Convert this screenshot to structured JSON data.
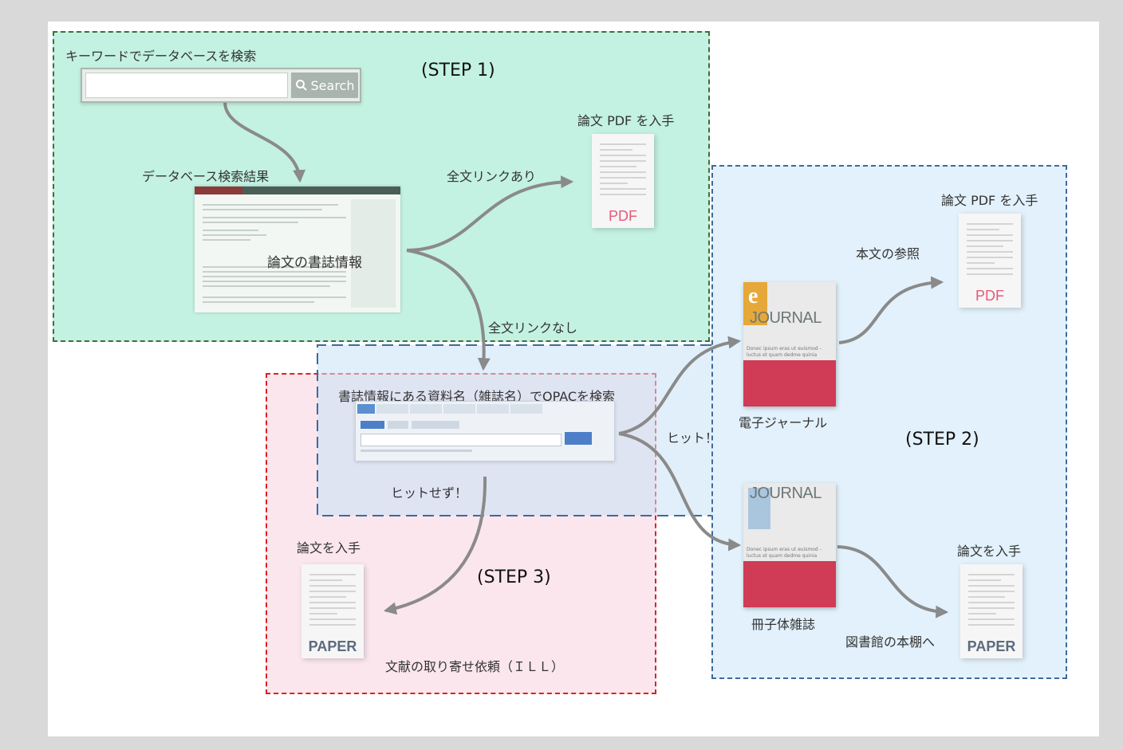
{
  "labels": {
    "search_title": "キーワードでデータベースを検索",
    "search_button": "Search",
    "db_result": "データベース検索結果",
    "biblio_info": "論文の書誌情報",
    "fulltext_yes": "全文リンクあり",
    "fulltext_no": "全文リンクなし",
    "pdf_get_1": "論文 PDF を入手",
    "pdf_get_2": "論文 PDF を入手",
    "opac_search": "書誌情報にある資料名（雑誌名）でOPACを検索",
    "hit": "ヒット！",
    "no_hit": "ヒットせず！",
    "ejournal": "電子ジャーナル",
    "body_ref": "本文の参照",
    "booklet": "冊子体雑誌",
    "library_shelf": "図書館の本棚へ",
    "paper_get_1": "論文を入手",
    "paper_get_2": "論文を入手",
    "ill": "文献の取り寄せ依頼（ＩＬＬ）",
    "step1": "(STEP 1)",
    "step2": "(STEP 2)",
    "step3": "(STEP 3)",
    "pdf_doc": "PDF",
    "paper_doc": "PAPER",
    "journal_title": "JOURNAL",
    "ejournal_letter": "e",
    "journal_body": "Donec ipsum eras ut euismod - luctus et quam dedme quinia"
  },
  "icons": [
    "search-icon",
    "pdf-document-icon",
    "paper-document-icon",
    "ejournal-cover-icon",
    "journal-cover-icon"
  ],
  "colors": {
    "step1_bg": "#c3f1e2",
    "step1_border": "#3f6e3a",
    "step2_bg": "#e2f1fb",
    "step2_border": "#3f6a9a",
    "step3_bg": "#fbe6ee",
    "step3_border": "#e02020",
    "arrow": "#8a8a8a",
    "pdf_red": "#e55a7a",
    "journal_red": "#d03b56"
  }
}
